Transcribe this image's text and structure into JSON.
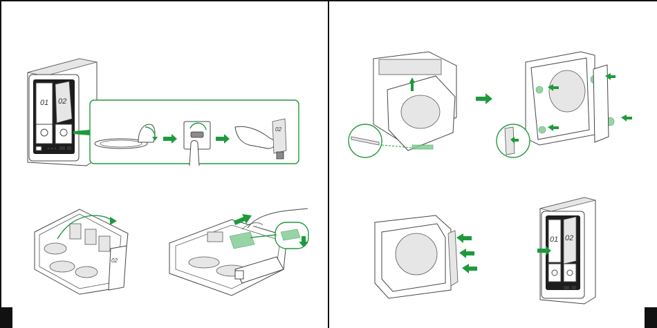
{
  "document": {
    "layout": "two-page manual spread",
    "accent_color": "#1e9a3c"
  },
  "bay_labels": {
    "bay1": "01",
    "bay2": "02"
  },
  "icons": [
    "arrow-right-icon",
    "arrow-down-icon",
    "rotate-arrow-icon"
  ]
}
